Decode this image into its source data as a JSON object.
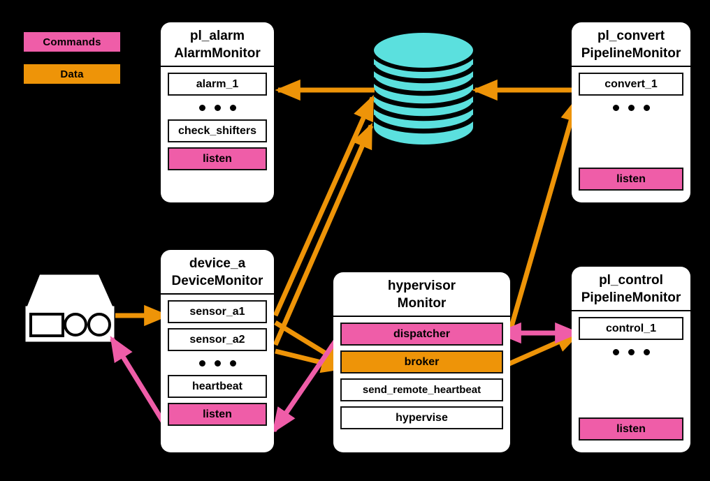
{
  "legend": {
    "items": [
      {
        "label": "Commands",
        "color": "#EF5DA8",
        "name": "legend-commands"
      },
      {
        "label": "Data",
        "color": "#EE9408",
        "name": "legend-data"
      }
    ]
  },
  "colors": {
    "commands": "#EF5DA8",
    "data": "#EE9408",
    "database": "#5BE0DE",
    "node_bg": "#FFFFFF",
    "background": "#000000",
    "outline": "#111111"
  },
  "nodes": {
    "pl_alarm": {
      "title_line1": "pl_alarm",
      "title_line2": "AlarmMonitor",
      "slots": [
        {
          "label": "alarm_1",
          "kind": "plain"
        },
        {
          "label": "check_shifters",
          "kind": "plain"
        },
        {
          "label": "listen",
          "kind": "pink"
        }
      ],
      "ellipsis": "• • •"
    },
    "pl_convert": {
      "title_line1": "pl_convert",
      "title_line2": "PipelineMonitor",
      "slots": [
        {
          "label": "convert_1",
          "kind": "plain"
        },
        {
          "label": "listen",
          "kind": "pink"
        }
      ],
      "ellipsis": "• • •"
    },
    "device_a": {
      "title_line1": "device_a",
      "title_line2": "DeviceMonitor",
      "slots": [
        {
          "label": "sensor_a1",
          "kind": "plain"
        },
        {
          "label": "sensor_a2",
          "kind": "plain"
        },
        {
          "label": "heartbeat",
          "kind": "plain"
        },
        {
          "label": "listen",
          "kind": "pink"
        }
      ],
      "ellipsis": "• • •"
    },
    "hypervisor": {
      "title_line1": "hypervisor",
      "title_line2": "Monitor",
      "slots": [
        {
          "label": "dispatcher",
          "kind": "pink"
        },
        {
          "label": "broker",
          "kind": "orange"
        },
        {
          "label": "send_remote_heartbeat",
          "kind": "plain"
        },
        {
          "label": "hypervise",
          "kind": "plain"
        }
      ]
    },
    "pl_control": {
      "title_line1": "pl_control",
      "title_line2": "PipelineMonitor",
      "slots": [
        {
          "label": "control_1",
          "kind": "plain"
        },
        {
          "label": "listen",
          "kind": "pink"
        }
      ],
      "ellipsis": "• • •"
    }
  },
  "icons": {
    "database": "database-cylinder-icon",
    "device": "physical-device-icon"
  },
  "edges": [
    {
      "name": "edge-database-to-alarm1",
      "type": "data",
      "from": "database",
      "to": "alarm_1"
    },
    {
      "name": "edge-convert1-to-database",
      "type": "data",
      "from": "convert_1",
      "to": "database"
    },
    {
      "name": "edge-sensor-a1-to-database",
      "type": "data",
      "from": "sensor_a1",
      "to": "database"
    },
    {
      "name": "edge-sensor-a2-to-database",
      "type": "data",
      "from": "sensor_a2",
      "to": "database"
    },
    {
      "name": "edge-broker-to-convert1",
      "type": "data",
      "from": "broker",
      "to": "convert_1"
    },
    {
      "name": "edge-sensor-a1-to-broker",
      "type": "data",
      "from": "sensor_a1",
      "to": "broker"
    },
    {
      "name": "edge-sensor-a2-to-broker",
      "type": "data",
      "from": "sensor_a2",
      "to": "broker"
    },
    {
      "name": "edge-broker-to-control1",
      "type": "data",
      "from": "broker",
      "to": "control_1"
    },
    {
      "name": "edge-device-to-sensor-a1",
      "type": "data",
      "from": "device-icon",
      "to": "sensor_a1"
    },
    {
      "name": "edge-dispatcher-to-device-listen",
      "type": "commands",
      "from": "dispatcher",
      "to": "device_a.listen"
    },
    {
      "name": "edge-device-listen-to-device-icon",
      "type": "commands",
      "from": "device_a.listen",
      "to": "device-icon"
    },
    {
      "name": "edge-dispatcher-control1",
      "type": "commands",
      "from": "dispatcher",
      "to": "control_1",
      "bidirectional": true
    }
  ]
}
